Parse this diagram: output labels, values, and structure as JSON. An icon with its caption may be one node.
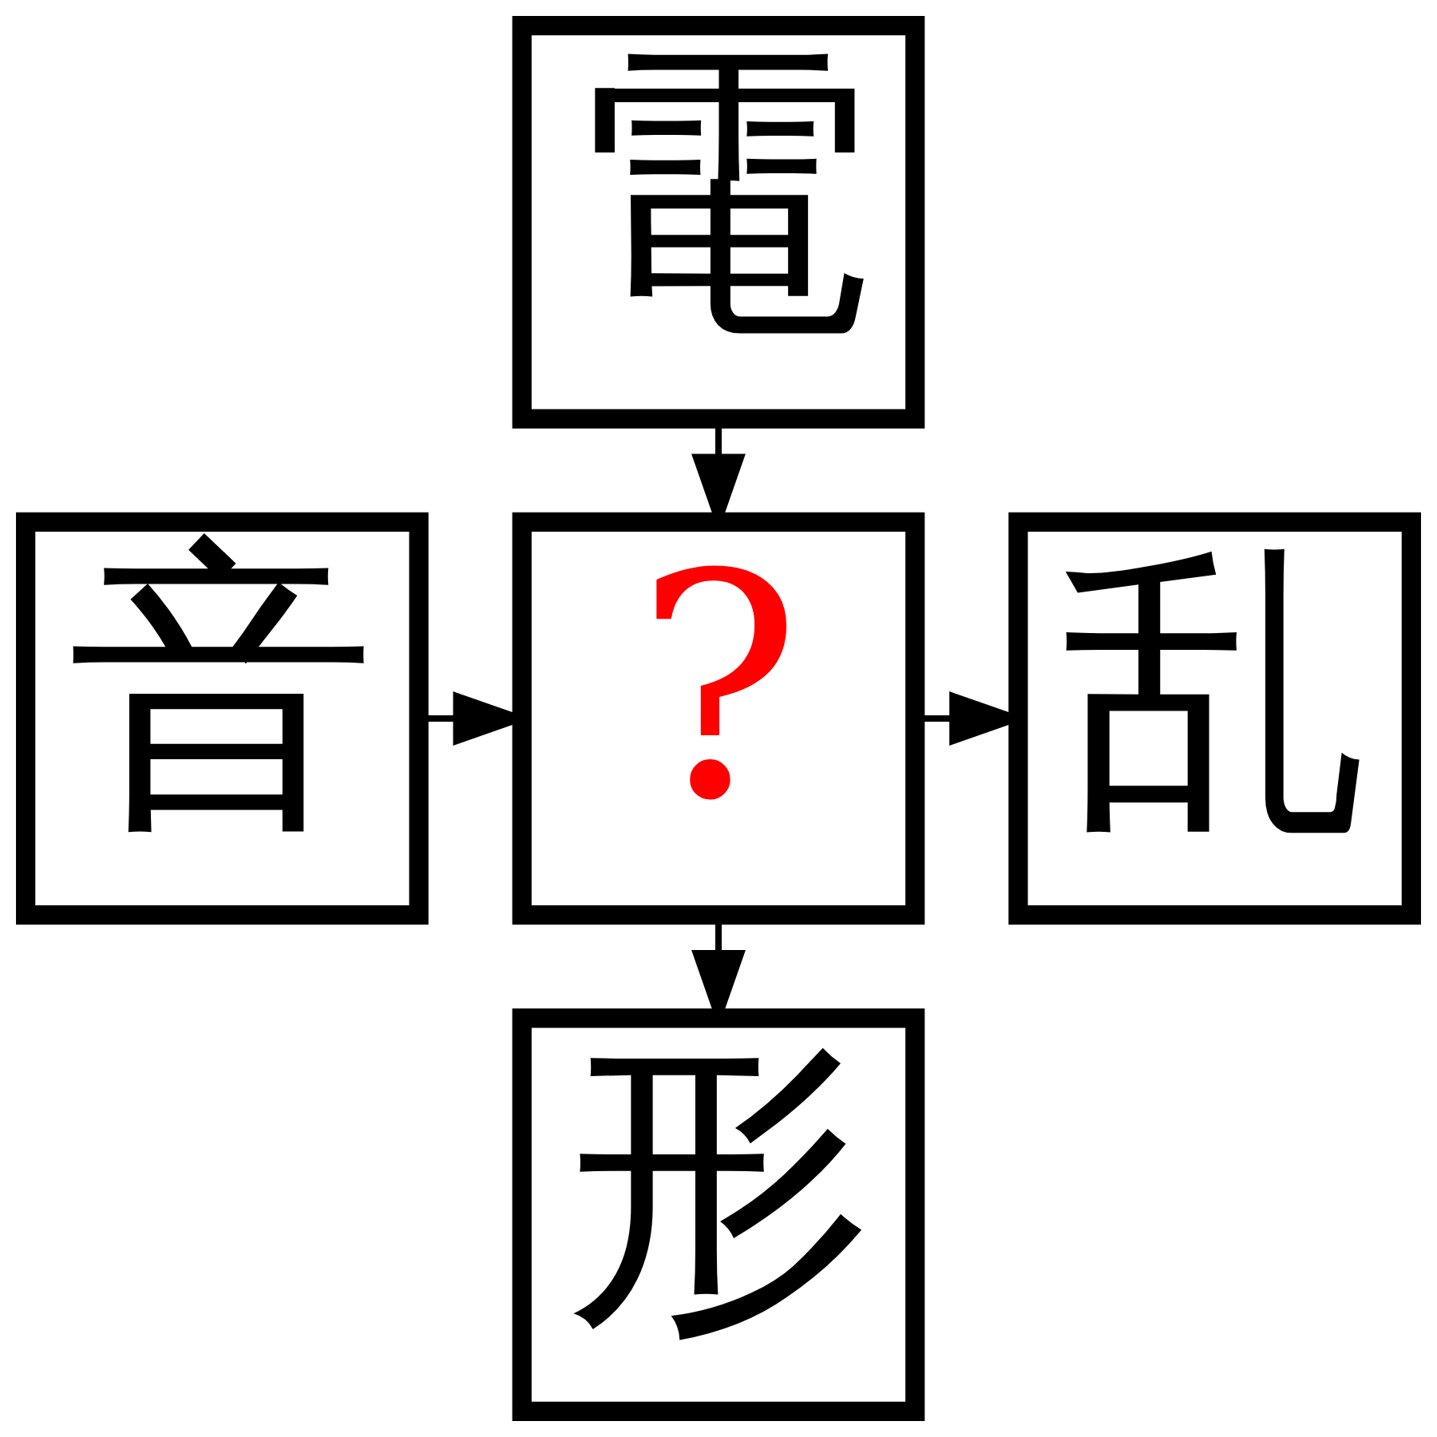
{
  "diagram": {
    "nodes": [
      {
        "text": [
          "電"
        ]
      },
      {
        "text": [
          "音"
        ]
      },
      {
        "text": [
          "?"
        ]
      },
      {
        "text": [
          "乱"
        ]
      },
      {
        "text": [
          "形"
        ]
      }
    ],
    "edges": [
      {
        "from": 0,
        "to": 2,
        "arrow": "to"
      },
      {
        "from": 1,
        "to": 2,
        "arrow": "to"
      },
      {
        "from": 2,
        "to": 3,
        "arrow": "to"
      },
      {
        "from": 2,
        "to": 4,
        "arrow": "to"
      }
    ]
  }
}
